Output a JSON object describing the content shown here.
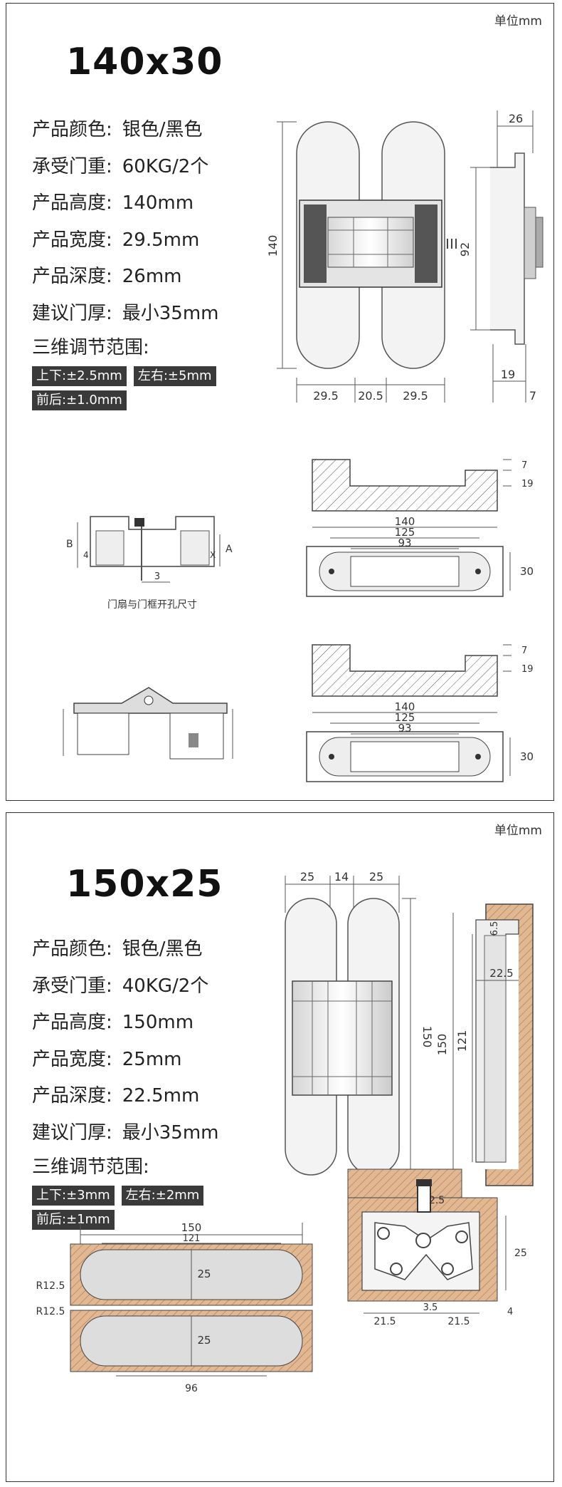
{
  "panel1": {
    "unit": "单位mm",
    "title": "140x30",
    "specs": [
      {
        "label": "产品颜色:",
        "value": "银色/黑色"
      },
      {
        "label": "承受门重:",
        "value": "60KG/2个"
      },
      {
        "label": "产品高度:",
        "value": "140mm"
      },
      {
        "label": "产品宽度:",
        "value": "29.5mm"
      },
      {
        "label": "产品深度:",
        "value": "26mm"
      },
      {
        "label": "建议门厚:",
        "value": "最小35mm"
      }
    ],
    "adjust_title": "三维调节范围:",
    "adjust": [
      "上下:±2.5mm",
      "左右:±5mm",
      "前后:±1.0mm"
    ],
    "dims": {
      "height": "140",
      "w1": "29.5",
      "w2": "20.5",
      "w3": "29.5",
      "depth": "26",
      "mid": "92",
      "d19": "19",
      "d7": "7",
      "top7": "7",
      "top19": "19",
      "len140": "140",
      "len125": "125",
      "len93": "93",
      "w30": "30",
      "holeB": "B",
      "holeA": "A",
      "hole4": "4",
      "holeX": "X",
      "hole3": "3",
      "caption": "门扇与门框开孔尺寸"
    }
  },
  "panel2": {
    "unit": "单位mm",
    "title": "150x25",
    "specs": [
      {
        "label": "产品颜色:",
        "value": "银色/黑色"
      },
      {
        "label": "承受门重:",
        "value": "40KG/2个"
      },
      {
        "label": "产品高度:",
        "value": "150mm"
      },
      {
        "label": "产品宽度:",
        "value": "25mm"
      },
      {
        "label": "产品深度:",
        "value": "22.5mm"
      },
      {
        "label": "建议门厚:",
        "value": "最小35mm"
      }
    ],
    "adjust_title": "三维调节范围:",
    "adjust": [
      "上下:±3mm",
      "左右:±2mm",
      "前后:±1mm"
    ],
    "dims": {
      "w1": "25",
      "w2": "14",
      "w3": "25",
      "height": "150",
      "side150": "150",
      "side121": "121",
      "d65": "6.5",
      "d225": "22.5",
      "len150": "150",
      "len121": "121",
      "r125a": "R12.5",
      "r125b": "R12.5",
      "w25a": "25",
      "w25b": "25",
      "len96": "96",
      "gap25": "2.5",
      "right25": "25",
      "b215a": "21.5",
      "b35": "3.5",
      "b215b": "21.5",
      "b4": "4"
    }
  }
}
